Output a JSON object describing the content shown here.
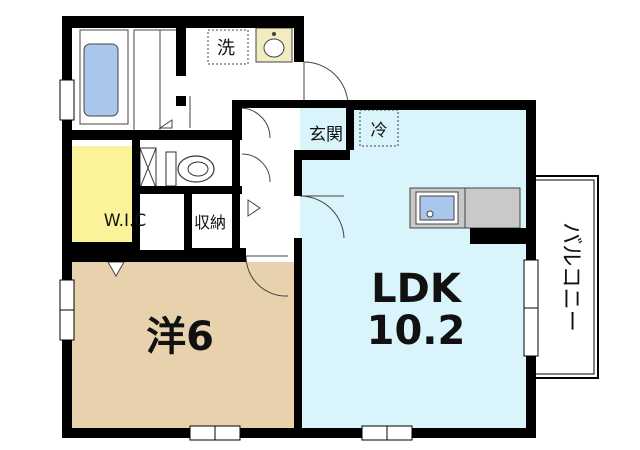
{
  "rooms": {
    "washroom": "洗",
    "entrance": "玄関",
    "fridge": "冷",
    "walk_in_closet": "W.I.C",
    "storage": "収納",
    "balcony": "バルコニー",
    "western_room": {
      "name": "洋",
      "size": "6"
    },
    "ldk": {
      "name": "LDK",
      "size": "10.2"
    }
  },
  "colors": {
    "wall": "#000000",
    "ldk_floor": "#d9f5fb",
    "western_floor": "#e8d2ad",
    "wic_floor": "#fbf39a",
    "bathtub": "#a9c7ea",
    "sink": "#f2edc0",
    "kitchen_counter": "#c9c9c9",
    "kitchen_sink": "#a9c7ea"
  },
  "icons": [
    "bathtub-icon",
    "washbasin-icon",
    "toilet-icon",
    "kitchen-sink-icon"
  ]
}
